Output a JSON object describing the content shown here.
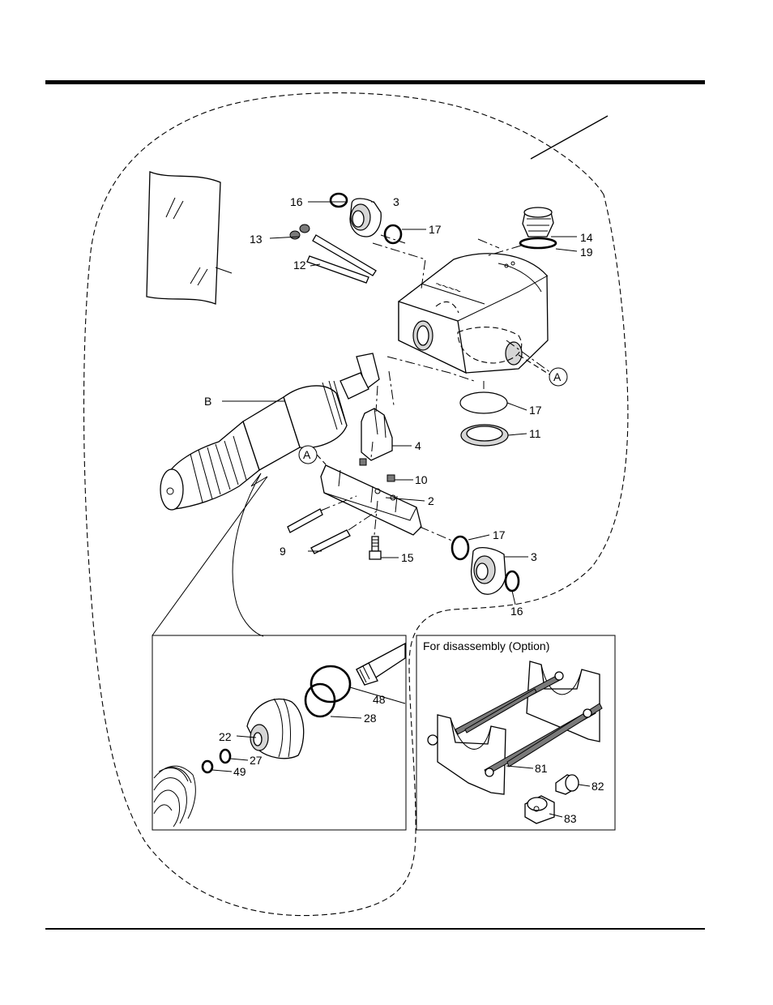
{
  "inset_caption": "For disassembly (Option)",
  "callouts": {
    "c16a": "16",
    "c3a": "3",
    "c17a": "17",
    "c13": "13",
    "c12": "12",
    "c14": "14",
    "c19": "19",
    "cA1": "A",
    "cB": "B",
    "c17b": "17",
    "c11": "11",
    "c4": "4",
    "cA2": "A",
    "c10": "10",
    "c2": "2",
    "c17c": "17",
    "c3b": "3",
    "c9": "9",
    "c15": "15",
    "c16b": "16",
    "c48": "48",
    "c28": "28",
    "c22": "22",
    "c27": "27",
    "c49": "49",
    "c81": "81",
    "c82": "82",
    "c83": "83"
  }
}
